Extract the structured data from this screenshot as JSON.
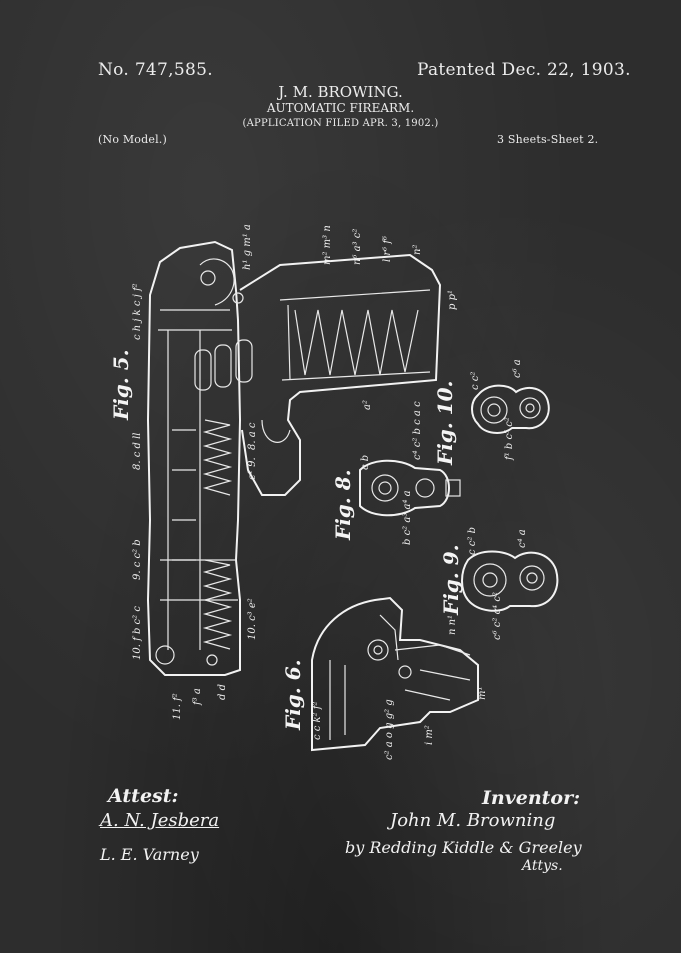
{
  "header": {
    "patent_no": "No. 747,585.",
    "patented": "Patented Dec. 22, 1903.",
    "inventor_name": "J. M. BROWING.",
    "title": "AUTOMATIC FIREARM.",
    "application": "(APPLICATION FILED APR. 3, 1902.)",
    "model": "(No Model.)",
    "sheets": "3 Sheets-Sheet 2."
  },
  "figures": {
    "fig5": "Fig. 5.",
    "fig6": "Fig. 6.",
    "fig8": "Fig. 8.",
    "fig9": "Fig. 9.",
    "fig10": "Fig. 10."
  },
  "footer": {
    "attest_label": "Attest:",
    "witness1": "A. N. Jesbera",
    "witness2": "L. E. Varney",
    "inventor_label": "Inventor:",
    "inventor_sig": "John M. Browning",
    "attorneys": "by Redding Kiddle & Greeley",
    "attys": "Attys."
  },
  "colors": {
    "background": "#2d2d2d",
    "ink": "#ececec"
  }
}
